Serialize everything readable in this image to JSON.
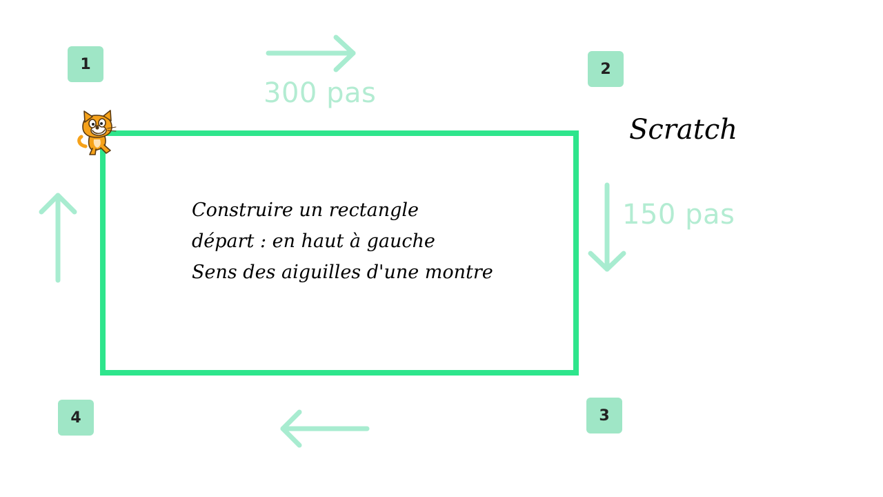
{
  "title": "Scratch",
  "corners": [
    "1",
    "2",
    "3",
    "4"
  ],
  "step_labels": {
    "top": "300 pas",
    "right": "150 pas"
  },
  "instructions": [
    "Construire un rectangle",
    "départ : en haut à gauche",
    "Sens des aiguilles d'une montre"
  ],
  "colors": {
    "rectangle_stroke": "#2ee58c",
    "arrow": "#a8ecd0",
    "badge": "#9fe6c6"
  },
  "icons": {
    "sprite": "scratch-cat-icon",
    "arrows": [
      "arrow-right-icon",
      "arrow-down-icon",
      "arrow-left-icon",
      "arrow-up-icon"
    ]
  }
}
